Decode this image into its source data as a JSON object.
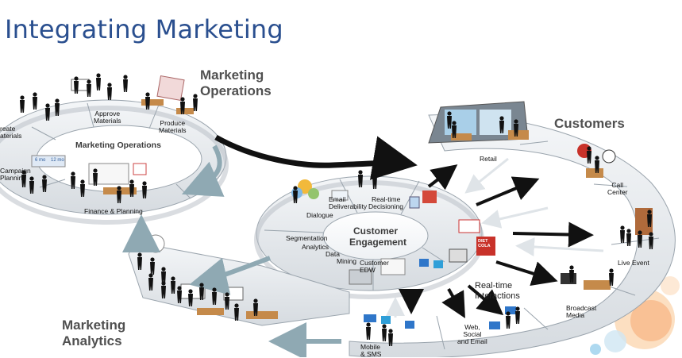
{
  "title": "Integrating Marketing",
  "sections": {
    "operations_title": [
      "Marketing",
      "Operations"
    ],
    "customers_title": "Customers",
    "analytics_title": [
      "Marketing",
      "Analytics"
    ]
  },
  "operations_ring": {
    "center_label": "Marketing Operations",
    "nodes": {
      "create_materials": [
        "reate",
        "aterials"
      ],
      "approve_materials": [
        "Approve",
        "Materials"
      ],
      "produce_materials": [
        "Produce",
        "Materials"
      ],
      "campaign_planning": [
        "Campaign",
        "Planning"
      ],
      "finance_planning": "Finance &  Planning",
      "timeline_labels": [
        "6 mo",
        "12 mo"
      ]
    }
  },
  "engagement_ring": {
    "center_label": [
      "Customer",
      "Engagement"
    ],
    "nodes": {
      "email_deliverability": [
        "Email",
        "Deliverability"
      ],
      "realtime_decisioning": [
        "Real-time",
        "Decisioning"
      ],
      "dialogue": "Dialogue",
      "segmentation": "Segmentation",
      "analytics": "Analytics",
      "data_mining": [
        "Data",
        "Mining"
      ],
      "customer_edw": [
        "Customer",
        "EDW"
      ]
    },
    "icon_text": [
      "DIET",
      "COLA"
    ]
  },
  "channels": {
    "retail": "Retail",
    "call_center": [
      "Call",
      "Center"
    ],
    "live_event": "Live Event",
    "broadcast_media": [
      "Broadcast",
      "Media"
    ],
    "web_social_email": [
      "Web,",
      "Social",
      "and Email"
    ],
    "mobile_sms": [
      "Mobile",
      "& SMS"
    ],
    "realtime_interactions": [
      "Real-time",
      "Interactions"
    ]
  },
  "colors": {
    "title": "#2a4f8f",
    "section_labels": "#505050",
    "ring_fill": "#e8ebee",
    "ring_edge": "#9aa4ad",
    "flow_arrow": "#111111",
    "return_arrow": "#8fa9b3",
    "people": "#111111"
  }
}
